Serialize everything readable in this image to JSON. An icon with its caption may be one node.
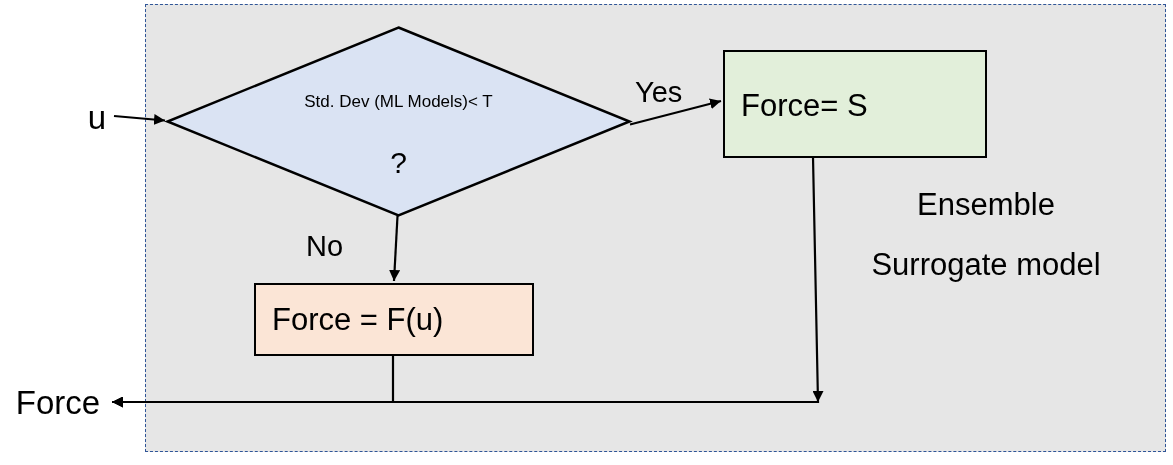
{
  "diagram": {
    "nodes": [
      {
        "text": [
          "Ensemble Surrogate model"
        ]
      },
      {
        "text": [
          "u"
        ]
      },
      {
        "text": [
          "Std. Dev (ML Models)< T",
          "?"
        ],
        "in": 0
      },
      {
        "text": [
          "Force= S"
        ],
        "in": 0
      },
      {
        "text": [
          "Force = F(u)"
        ],
        "in": 0
      },
      {
        "text": [
          "Force"
        ]
      }
    ],
    "edges": [
      {
        "from": 1,
        "to": 2,
        "arrow": "to"
      },
      {
        "from": 2,
        "to": 3,
        "label": "Yes",
        "arrow": "to"
      },
      {
        "from": 2,
        "to": 4,
        "label": "No",
        "arrow": "to"
      },
      {
        "from": 4,
        "to": 5,
        "arrow": "to"
      },
      {
        "from": 3,
        "to": 5,
        "arrow": "to"
      }
    ]
  }
}
